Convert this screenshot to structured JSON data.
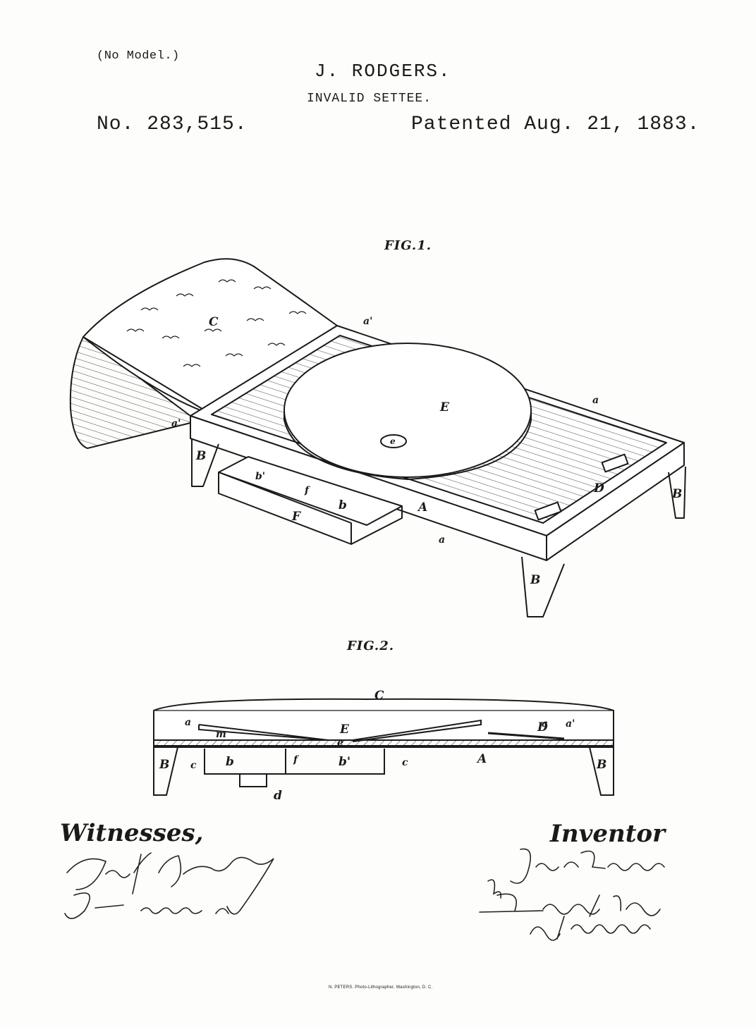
{
  "header": {
    "no_model": "(No Model.)",
    "inventor_name": "J. RODGERS.",
    "title": "INVALID SETTEE.",
    "patent_number": "No. 283,515.",
    "patent_date": "Patented Aug. 21, 1883."
  },
  "figures": {
    "fig1": {
      "label": "FIG.1.",
      "refs": {
        "c": "C",
        "a_prime_top": "a'",
        "a_prime_left": "a'",
        "a_right": "a",
        "a_bottom": "a",
        "e_big": "E",
        "e_small": "e",
        "b_left": "B",
        "b_right": "B",
        "b_bottom": "B",
        "d": "D",
        "a_cap": "A",
        "f_cap": "F",
        "b_lower": "b",
        "f_lower": "f",
        "b_prime": "b'"
      }
    },
    "fig2": {
      "label": "FIG.2.",
      "refs": {
        "c": "C",
        "a_left": "a",
        "e_cap": "E",
        "d_cap": "D",
        "a_r1": "a",
        "a_r2": "a'",
        "m": "m",
        "e_small": "e",
        "b_left": "B",
        "c_left": "c",
        "b_small": "b",
        "f_small": "f",
        "b_prime": "b'",
        "c_right": "c",
        "a_cap": "A",
        "b_right": "B",
        "d_small": "d"
      }
    }
  },
  "signatures": {
    "witnesses_heading": "Witnesses,",
    "witness_1": "Geo. H. Strong.",
    "witness_2": "J. H. Nouse.",
    "inventor_heading": "Inventor",
    "inventor_sig": "John Rodgers",
    "by": "By",
    "attorney": "Dewey & Co",
    "attorneys_label": "attorneys"
  },
  "footer": {
    "printer": "N. PETERS. Photo-Lithographer, Washington, D. C."
  }
}
